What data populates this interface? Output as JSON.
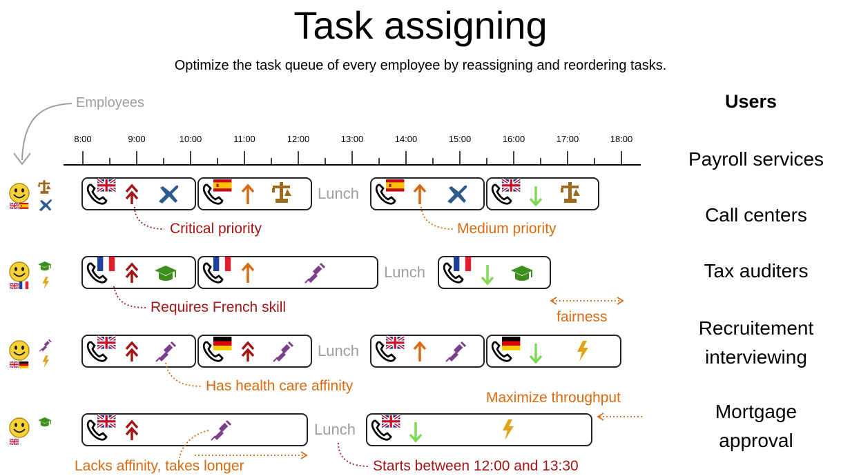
{
  "header": {
    "title": "Task assigning",
    "subtitle": "Optimize the task queue of every employee by reassigning and reordering tasks."
  },
  "employees_label": "Employees",
  "timeline": {
    "ticks": [
      "8:00",
      "9:00",
      "10:00",
      "11:00",
      "12:00",
      "13:00",
      "14:00",
      "15:00",
      "16:00",
      "17:00",
      "18:00"
    ]
  },
  "lunch_label": "Lunch",
  "users": {
    "title": "Users",
    "items": [
      "Payroll services",
      "Call centers",
      "Tax auditers",
      "Recruitement interviewing",
      "Mortgage approval"
    ]
  },
  "annotations": {
    "critical_priority": "Critical priority",
    "medium_priority": "Medium priority",
    "requires_french": "Requires French skill",
    "fairness": "fairness",
    "health_care_affinity": "Has health care affinity",
    "maximize_throughput": "Maximize throughput",
    "lacks_affinity": "Lacks affinity, takes longer",
    "starts_between": "Starts between 12:00 and 13:30"
  },
  "colors": {
    "critical": "#a31515",
    "medium": "#d86a12",
    "low": "#7ed957",
    "plane": "#2d5b8e",
    "scales": "#9c6a1e",
    "syringe": "#7b3f8c",
    "graduation": "#3f8f1f",
    "bolt": "#e0a31a"
  }
}
